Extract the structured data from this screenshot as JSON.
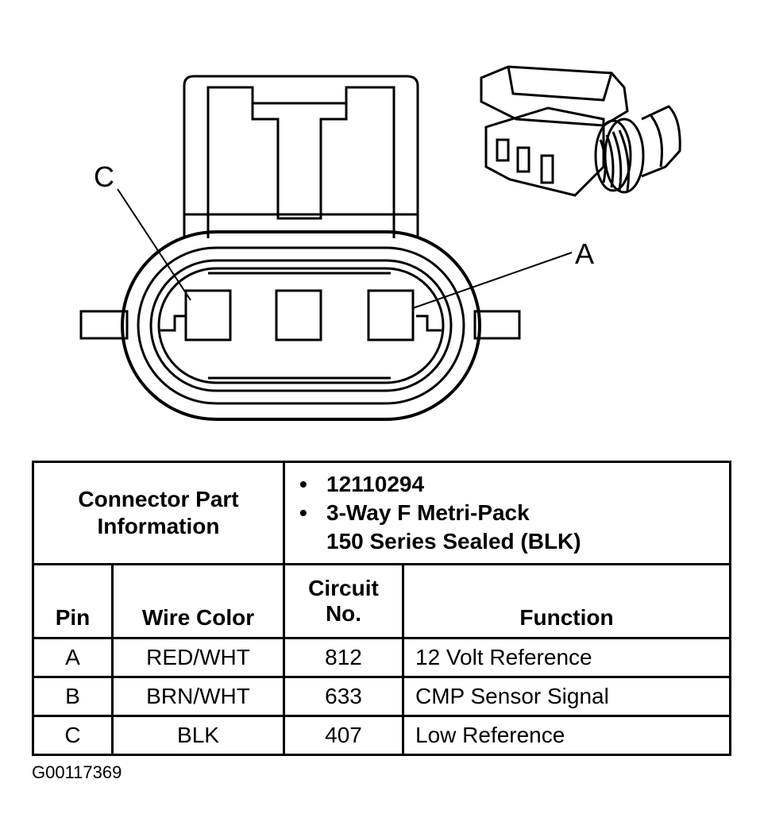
{
  "diagram": {
    "callouts": {
      "c": "C",
      "a": "A"
    }
  },
  "table": {
    "connector_part_label_line1": "Connector Part",
    "connector_part_label_line2": "Information",
    "part_info": [
      "12110294",
      "3-Way F Metri-Pack",
      "150 Series Sealed (BLK)"
    ],
    "bullet": "•",
    "headers": {
      "pin": "Pin",
      "wire_color": "Wire Color",
      "circuit_line1": "Circuit",
      "circuit_line2": "No.",
      "function": "Function"
    },
    "rows": [
      {
        "pin": "A",
        "wire_color": "RED/WHT",
        "circuit": "812",
        "function": "12 Volt Reference"
      },
      {
        "pin": "B",
        "wire_color": "BRN/WHT",
        "circuit": "633",
        "function": "CMP Sensor Signal"
      },
      {
        "pin": "C",
        "wire_color": "BLK",
        "circuit": "407",
        "function": "Low Reference"
      }
    ]
  },
  "figure_id": "G00117369"
}
